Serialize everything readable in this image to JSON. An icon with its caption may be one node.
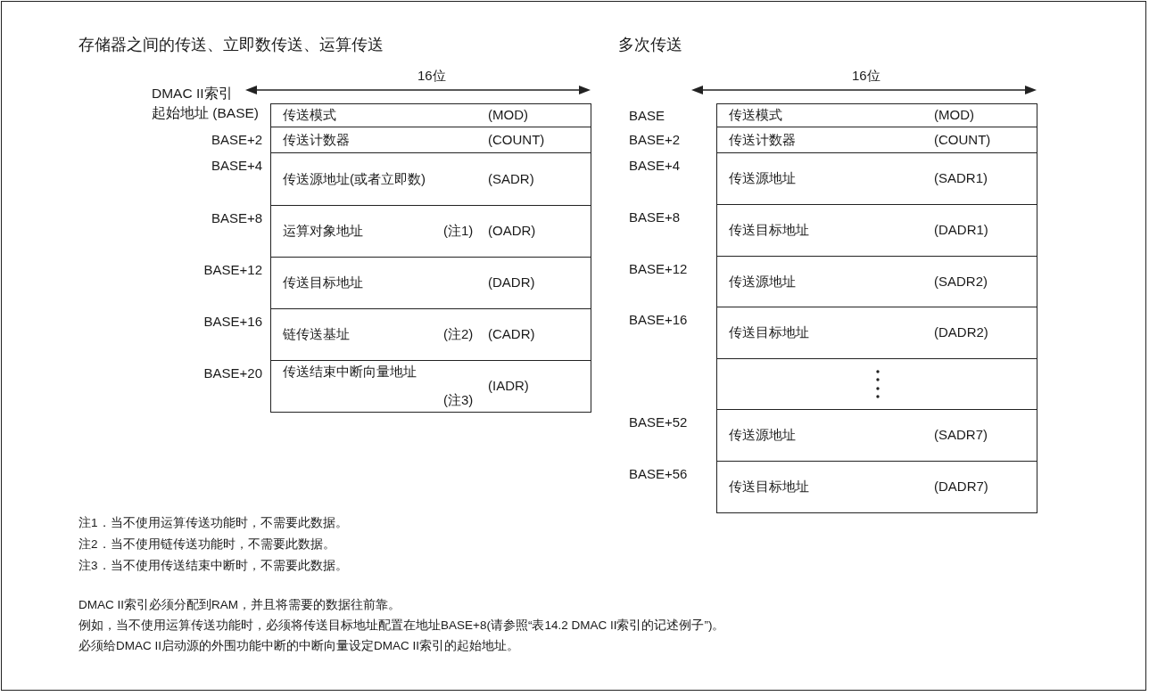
{
  "diagram": {
    "nodes": [
      {
        "text": [
          "传送模式",
          "(MOD)"
        ],
        "beside": [
          "DMAC II索引起始地址 (BASE)"
        ]
      },
      {
        "text": [
          "传送计数器",
          "(COUNT)"
        ],
        "beside": [
          "BASE+2"
        ]
      },
      {
        "text": [
          "传送源地址(或者立即数)",
          "(SADR)"
        ],
        "beside": [
          "BASE+4"
        ]
      },
      {
        "text": [
          "运算对象地址",
          "(注1)",
          "(OADR)"
        ],
        "beside": [
          "BASE+8"
        ]
      },
      {
        "text": [
          "传送目标地址",
          "(DADR)"
        ],
        "beside": [
          "BASE+12"
        ]
      },
      {
        "text": [
          "链传送基址",
          "(注2)",
          "(CADR)"
        ],
        "beside": [
          "BASE+16"
        ]
      },
      {
        "text": [
          "传送结束中断向量地址",
          "(注3)",
          "(IADR)"
        ],
        "beside": [
          "BASE+20"
        ]
      },
      {
        "text": [
          "传送模式",
          "(MOD)"
        ],
        "beside": [
          "BASE"
        ]
      },
      {
        "text": [
          "传送计数器",
          "(COUNT)"
        ],
        "beside": [
          "BASE+2"
        ]
      },
      {
        "text": [
          "传送源地址",
          "(SADR1)"
        ],
        "beside": [
          "BASE+4"
        ]
      },
      {
        "text": [
          "传送目标地址",
          "(DADR1)"
        ],
        "beside": [
          "BASE+8"
        ]
      },
      {
        "text": [
          "传送源地址",
          "(SADR2)"
        ],
        "beside": [
          "BASE+12"
        ]
      },
      {
        "text": [
          "传送目标地址",
          "(DADR2)"
        ],
        "beside": [
          "BASE+16"
        ]
      },
      {
        "text": [],
        "shape": "box"
      },
      {
        "text": [
          "传送源地址",
          "(SADR7)"
        ],
        "beside": [
          "BASE+52"
        ]
      },
      {
        "text": [
          "传送目标地址",
          "(DADR7)"
        ],
        "beside": [
          "BASE+56"
        ]
      }
    ],
    "labels": [
      "存储器之间的传送、立即数传送、运算传送",
      "多次传送",
      "16位",
      "16位",
      "注1．当不使用运算传送功能时，不需要此数据。",
      "注2．当不使用链传送功能时，不需要此数据。",
      "注3．当不使用传送结束中断时，不需要此数据。",
      "DMAC II索引必须分配到RAM，并且将需要的数据往前靠。",
      "例如，当不使用运算传送功能时，必须将传送目标地址配置在地址BASE+8(请参照“表14.2  DMAC II索引的记述例子”)。",
      "必须给DMAC II启动源的外围功能中断的中断向量设定DMAC II索引的起始地址。"
    ]
  }
}
